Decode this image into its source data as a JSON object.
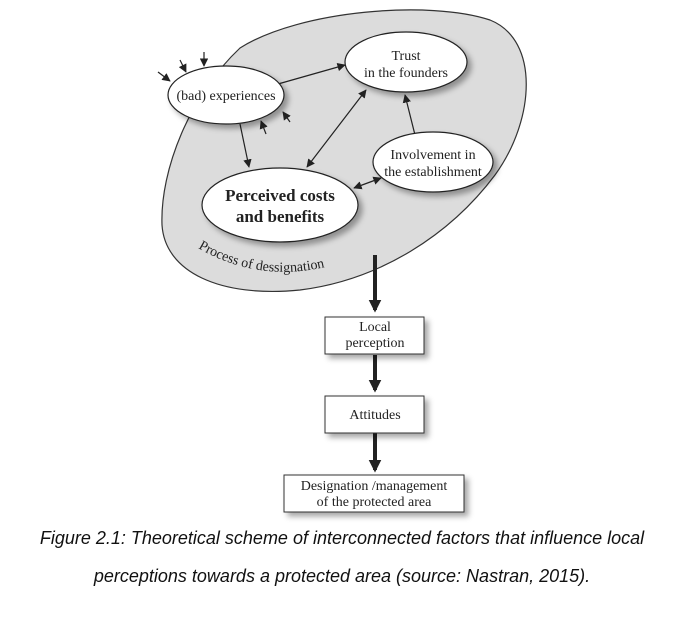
{
  "figure": {
    "nodes": {
      "experiences": "(bad) experiences",
      "trust_line1": "Trust",
      "trust_line2": "in the founders",
      "involvement_line1": "Involvement in",
      "involvement_line2": "the establishment",
      "perceived_line1": "Perceived costs",
      "perceived_line2": "and benefits",
      "process_label": "Process of dessignation",
      "local_line1": "Local",
      "local_line2": "perception",
      "attitudes": "Attitudes",
      "designation_line1": "Designation /management",
      "designation_line2": "of the protected area"
    },
    "edges": [
      {
        "from": "experiences",
        "to": "trust",
        "type": "one-way"
      },
      {
        "from": "experiences",
        "to": "perceived",
        "type": "one-way"
      },
      {
        "from": "trust",
        "to": "perceived",
        "type": "two-way"
      },
      {
        "from": "involvement",
        "to": "trust",
        "type": "one-way"
      },
      {
        "from": "involvement",
        "to": "perceived",
        "type": "two-way"
      },
      {
        "from": "process",
        "to": "local",
        "type": "one-way"
      },
      {
        "from": "local",
        "to": "attitudes",
        "type": "one-way"
      },
      {
        "from": "attitudes",
        "to": "designation",
        "type": "one-way"
      }
    ]
  },
  "caption": {
    "line1": "Figure 2.1: Theoretical scheme of interconnected factors that influence local",
    "line2": "perceptions towards a protected area (source: Nastran, 2015)."
  }
}
